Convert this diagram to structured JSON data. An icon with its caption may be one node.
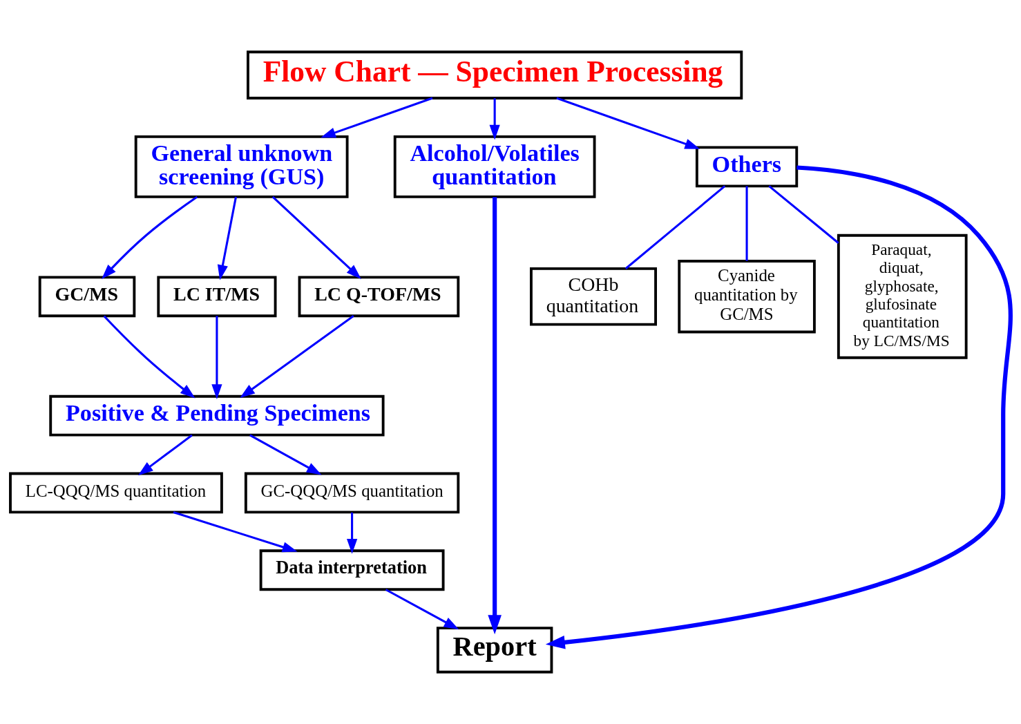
{
  "diagram": {
    "nodes": [
      {
        "text": [
          "Flow Chart — Specimen Processing"
        ]
      },
      {
        "text": [
          "General unknown screening (GUS)"
        ]
      },
      {
        "text": [
          "Alcohol/Volatiles quantitation"
        ]
      },
      {
        "text": [
          "Others"
        ]
      },
      {
        "text": [
          "GC/MS"
        ]
      },
      {
        "text": [
          "LC IT/MS"
        ]
      },
      {
        "text": [
          "LC Q-TOF/MS"
        ]
      },
      {
        "text": [
          "COHb quantitation"
        ]
      },
      {
        "text": [
          "Cyanide quantitation by GC/MS"
        ]
      },
      {
        "text": [
          "Paraquat, diquat, glyphosate, glufosinate quantitation by LC/MS/MS"
        ]
      },
      {
        "text": [
          "Positive & Pending Specimens"
        ]
      },
      {
        "text": [
          "LC-QQQ/MS quantitation"
        ]
      },
      {
        "text": [
          "GC-QQQ/MS quantitation"
        ]
      },
      {
        "text": [
          "Data interpretation"
        ]
      },
      {
        "text": [
          "Report"
        ]
      }
    ],
    "edges": [
      {
        "from": 0,
        "to": 1,
        "arrow": "to"
      },
      {
        "from": 0,
        "to": 2,
        "arrow": "to"
      },
      {
        "from": 0,
        "to": 3,
        "arrow": "to"
      },
      {
        "from": 1,
        "to": 4,
        "arrow": "to"
      },
      {
        "from": 1,
        "to": 5,
        "arrow": "to"
      },
      {
        "from": 1,
        "to": 6,
        "arrow": "to"
      },
      {
        "from": 4,
        "to": 10,
        "arrow": "to"
      },
      {
        "from": 5,
        "to": 10,
        "arrow": "to"
      },
      {
        "from": 6,
        "to": 10,
        "arrow": "to"
      },
      {
        "from": 2,
        "to": 14,
        "arrow": "to",
        "style": "thick"
      },
      {
        "from": 3,
        "to": 7,
        "arrow": "none"
      },
      {
        "from": 3,
        "to": 8,
        "arrow": "none"
      },
      {
        "from": 3,
        "to": 9,
        "arrow": "none"
      },
      {
        "from": 3,
        "to": 14,
        "arrow": "to",
        "style": "thick"
      },
      {
        "from": 10,
        "to": 11,
        "arrow": "to"
      },
      {
        "from": 10,
        "to": 12,
        "arrow": "to"
      },
      {
        "from": 11,
        "to": 13,
        "arrow": "to"
      },
      {
        "from": 12,
        "to": 13,
        "arrow": "to"
      },
      {
        "from": 13,
        "to": 14,
        "arrow": "to"
      }
    ]
  }
}
